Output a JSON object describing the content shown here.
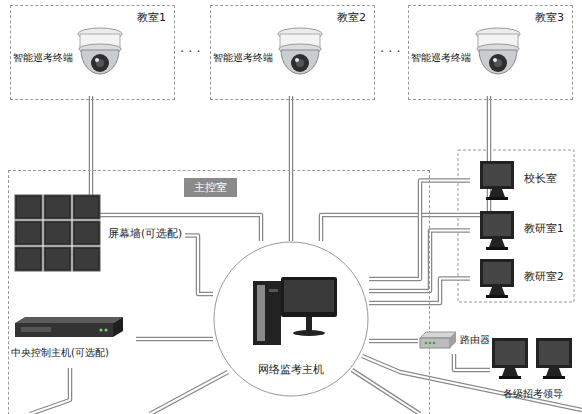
{
  "diagram": {
    "nodes": [
      {
        "text": [
          "教室1"
        ]
      },
      {
        "text": [
          "智能巡考终端"
        ],
        "in": 0
      },
      {
        "text": [
          "教室2"
        ]
      },
      {
        "text": [
          "智能巡考终端"
        ],
        "in": 2
      },
      {
        "text": [
          "教室3"
        ]
      },
      {
        "text": [
          "智能巡考终端"
        ],
        "in": 4
      },
      {
        "text": [
          "主控室"
        ]
      },
      {
        "text": [
          "屏幕墙(可选配)"
        ],
        "in": 6
      },
      {
        "text": [
          "中央控制主机(可选配)"
        ],
        "in": 6
      },
      {
        "text": [
          "网络监考主机"
        ],
        "in": 6
      },
      {
        "text": [
          "校长室"
        ]
      },
      {
        "text": [
          "教研室1"
        ]
      },
      {
        "text": [
          "教研室2"
        ]
      },
      {
        "text": [
          "路由器"
        ]
      },
      {
        "text": [
          "各级招考领导"
        ]
      }
    ],
    "edges": [
      {
        "from": 1,
        "to": 9,
        "arrow": "none"
      },
      {
        "from": 3,
        "to": 9,
        "arrow": "none"
      },
      {
        "from": 5,
        "to": 9,
        "arrow": "none"
      },
      {
        "from": 7,
        "to": 9,
        "arrow": "none"
      },
      {
        "from": 8,
        "to": 9,
        "arrow": "none"
      },
      {
        "from": 9,
        "to": 10,
        "arrow": "none"
      },
      {
        "from": 9,
        "to": 11,
        "arrow": "none"
      },
      {
        "from": 9,
        "to": 12,
        "arrow": "none"
      },
      {
        "from": 9,
        "to": 13,
        "arrow": "none"
      },
      {
        "from": 13,
        "to": 14,
        "arrow": "none"
      }
    ],
    "labels": [
      "· · ·",
      "· · ·"
    ]
  }
}
